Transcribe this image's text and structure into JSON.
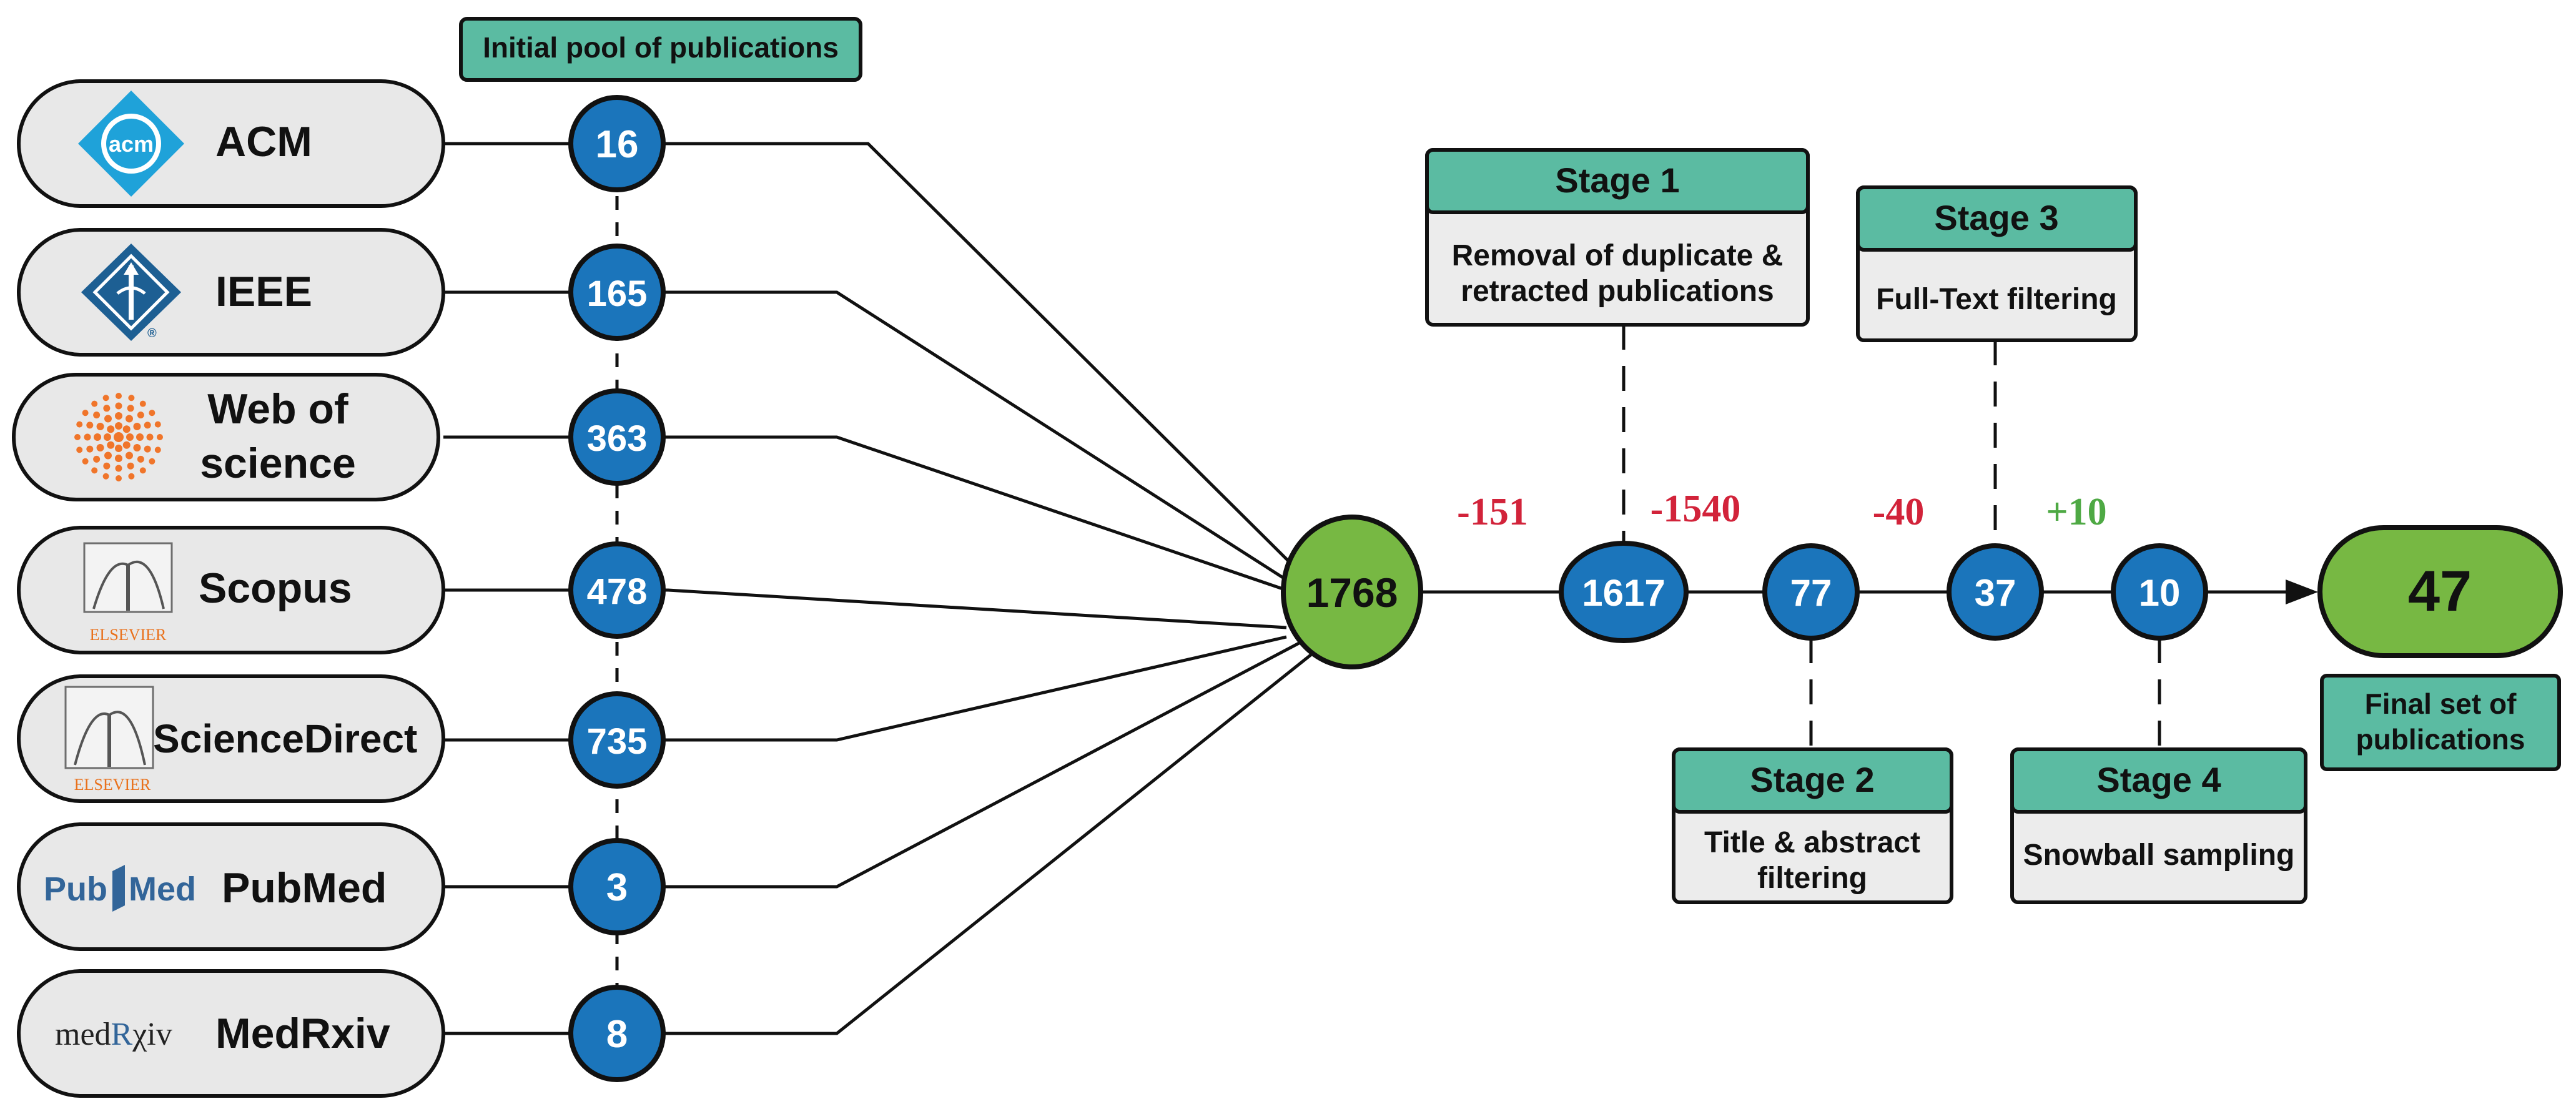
{
  "pool_header": "Initial pool of publications",
  "sources": [
    {
      "label": "ACM",
      "count": "16",
      "logo": "acm-logo"
    },
    {
      "label": "IEEE",
      "count": "165",
      "logo": "ieee-logo"
    },
    {
      "label": "Web of science",
      "count": "363",
      "logo": "web-of-science-logo"
    },
    {
      "label": "Scopus",
      "count": "478",
      "logo": "elsevier-logo"
    },
    {
      "label": "ScienceDirect",
      "count": "735",
      "logo": "elsevier-logo"
    },
    {
      "label": "PubMed",
      "count": "3",
      "logo": "pubmed-logo"
    },
    {
      "label": "MedRxiv",
      "count": "8",
      "logo": "medrxiv-logo"
    }
  ],
  "logo_text": {
    "acm": "acm",
    "elsevier": "ELSEVIER",
    "pubmed_pub": "Pub",
    "pubmed_med": "Med",
    "medrxiv_pre": "med",
    "medrxiv_r": "R",
    "medrxiv_post": "χiv"
  },
  "total": "1768",
  "flow_nodes": [
    "1617",
    "77",
    "37",
    "10"
  ],
  "deltas": [
    {
      "text": "-151",
      "color": "#d2233a"
    },
    {
      "text": "-1540",
      "color": "#d2233a"
    },
    {
      "text": "-40",
      "color": "#d2233a"
    },
    {
      "text": "+10",
      "color": "#4ea944"
    }
  ],
  "stages": [
    {
      "title": "Stage 1",
      "lines": [
        "Removal of duplicate  &",
        "retracted publications"
      ]
    },
    {
      "title": "Stage 2",
      "lines": [
        "Title & abstract",
        "filtering"
      ]
    },
    {
      "title": "Stage 3",
      "lines": [
        "Full-Text filtering"
      ]
    },
    {
      "title": "Stage 4",
      "lines": [
        "Snowball sampling"
      ]
    }
  ],
  "final": {
    "count": "47",
    "lines": [
      "Final set of",
      "publications"
    ]
  },
  "colors": {
    "node_blue": "#1b75bb",
    "total_green": "#77b843",
    "teal": "#5bbba2",
    "pill_gray": "#e8e8e8",
    "box_gray": "#ececec",
    "acm_blue": "#1fa2d9",
    "ieee_blue": "#1d5f93",
    "wos_orange": "#f0752a",
    "elsevier_orange": "#e9711c",
    "pubmed_blue": "#326599"
  }
}
